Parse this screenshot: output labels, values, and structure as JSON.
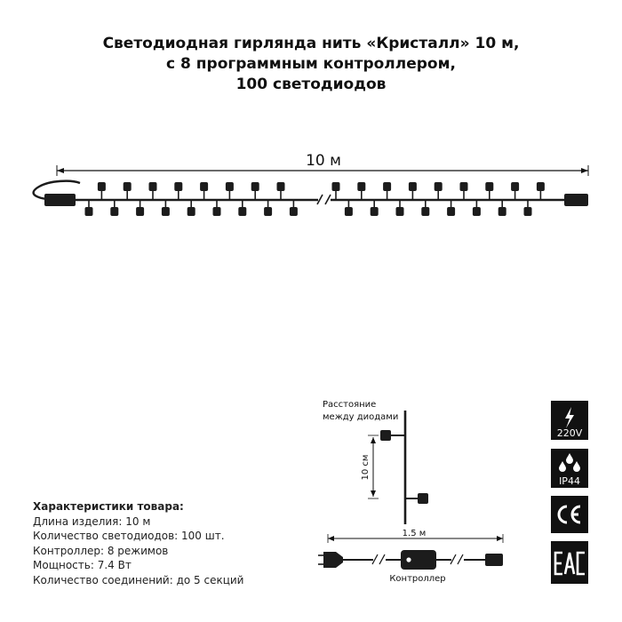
{
  "title": {
    "line1": "Светодиодная гирлянда нить «Кристалл» 10 м,",
    "line2": "с 8 программным контроллером,",
    "line3": "100 светодиодов"
  },
  "diagram": {
    "length_label": "10 м",
    "detail_label_line1": "Расстояние",
    "detail_label_line2": "между диодами",
    "spacing_label": "10 см",
    "cable_label": "1.5 м",
    "controller_label": "Контроллер"
  },
  "specs": {
    "header": "Характеристики товара:",
    "lines": [
      "Длина изделия: 10 м",
      "Количество светодиодов: 100 шт.",
      "Контроллер: 8 режимов",
      "Мощность: 7.4 Вт",
      "Количество соединений: до 5 секций"
    ]
  },
  "badges": {
    "voltage": "220V",
    "ip": "IP44",
    "ce": "CE",
    "eac": "EAC"
  },
  "colors": {
    "ink": "#111111",
    "cable": "#1c1c1c",
    "badge_bg": "#111111",
    "badge_fg": "#ffffff"
  }
}
